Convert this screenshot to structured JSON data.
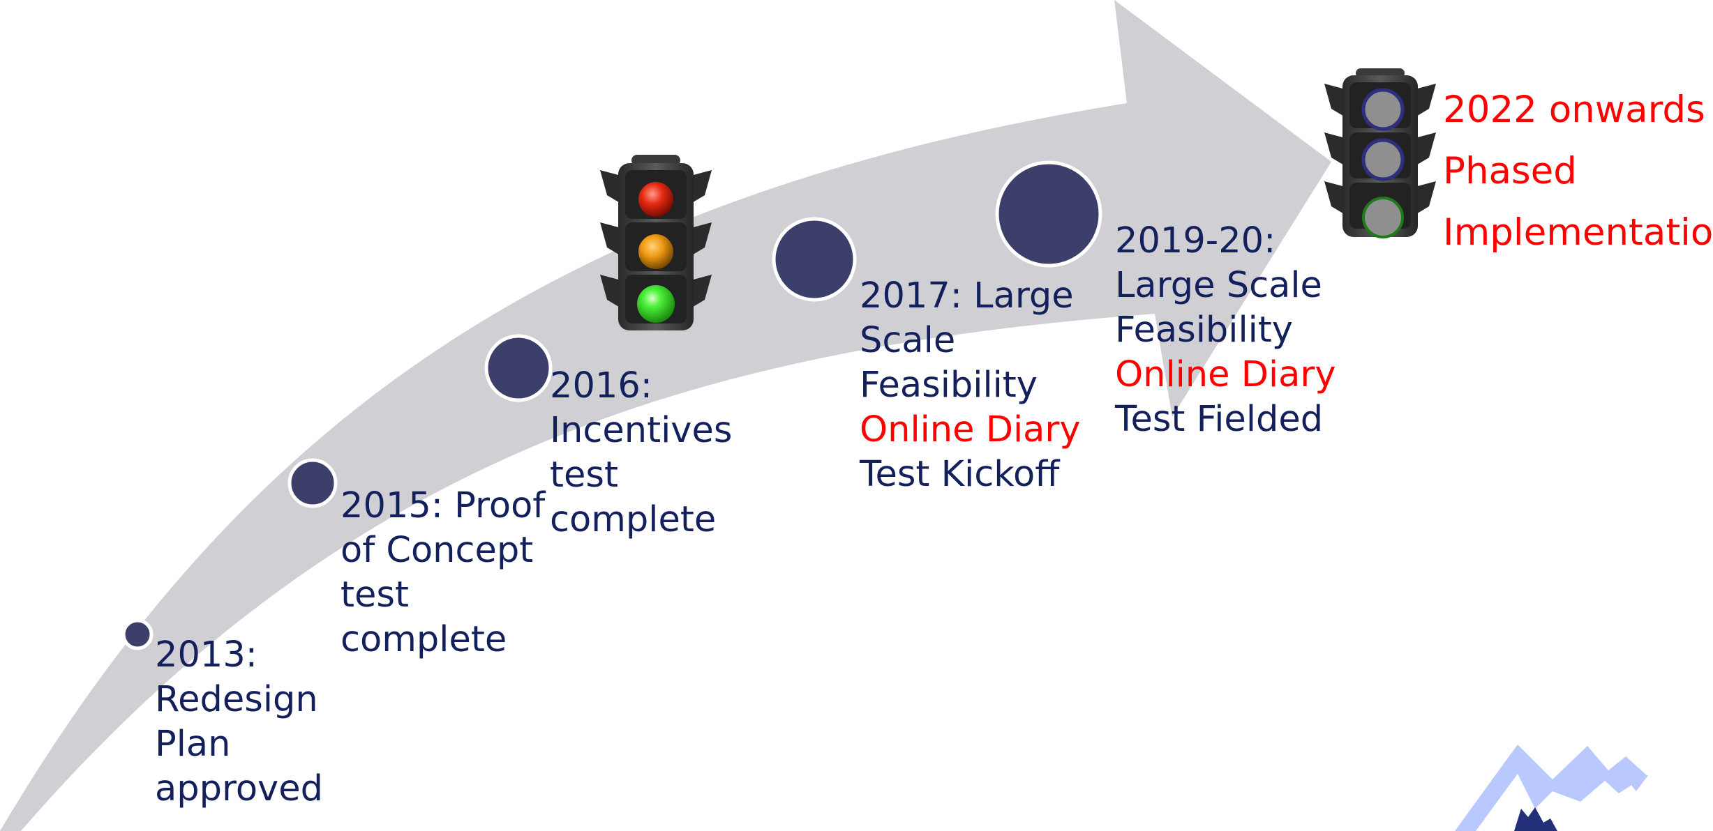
{
  "colors": {
    "arrow": "#cfcfd4",
    "dot": "#3d3f6b",
    "dot_stroke": "#ffffff",
    "text": "#13205c",
    "highlight": "#ff0000",
    "light_off": "#8f8f8f",
    "logo": "#b9c9ff",
    "logo_dark": "#22307a"
  },
  "milestones": [
    {
      "lines": [
        "2013:",
        "Redesign",
        "Plan",
        "approved"
      ]
    },
    {
      "lines": [
        "2015: Proof",
        "of Concept",
        "test",
        "complete"
      ]
    },
    {
      "lines": [
        "2016:",
        "Incentives",
        "test",
        "complete"
      ]
    },
    {
      "lines": [
        "2017: Large",
        "Scale",
        "Feasibility",
        "Online Diary",
        "Test Kickoff"
      ]
    },
    {
      "lines": [
        "2019-20:",
        "Large Scale",
        "Feasibility",
        "Online Diary",
        "Test Fielded"
      ]
    }
  ],
  "final_milestone": {
    "lines": [
      "2022 onwards",
      "Phased",
      "Implementation"
    ]
  },
  "traffic_lights": [
    {
      "state": "green",
      "lamps": [
        "red",
        "amber",
        "green"
      ]
    },
    {
      "state": "off",
      "lamps": [
        "off",
        "off",
        "off"
      ]
    }
  ],
  "icons": {
    "traffic_light_1": "traffic-light-icon",
    "traffic_light_2": "traffic-light-off-icon",
    "logo": "mountain-logo-icon"
  }
}
